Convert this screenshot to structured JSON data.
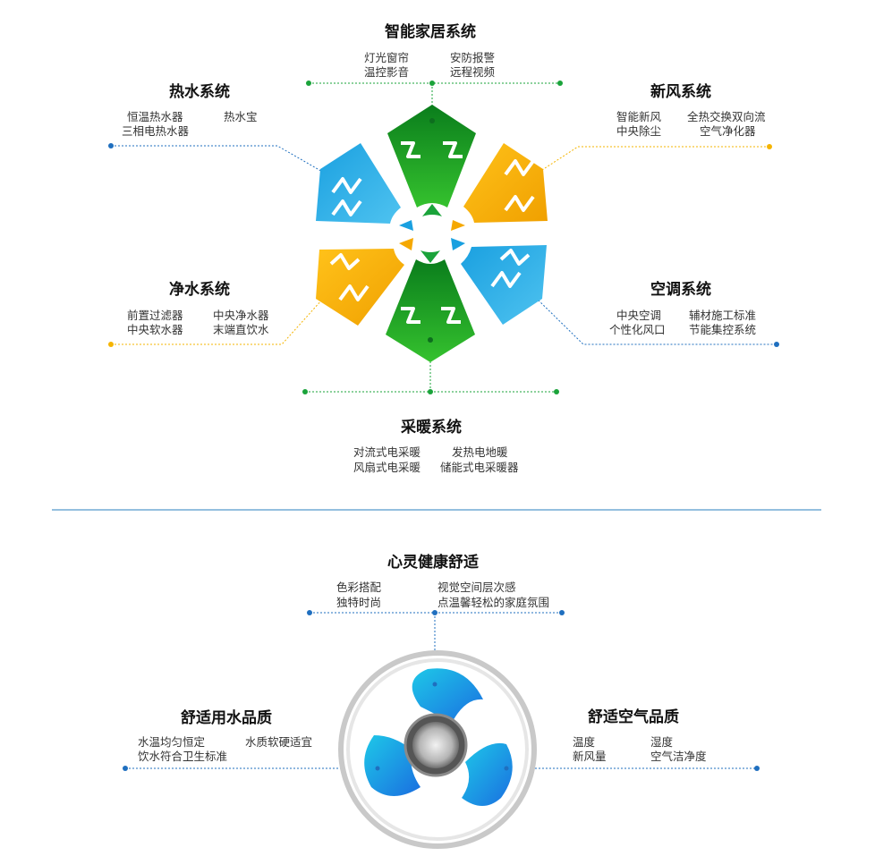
{
  "top": {
    "smart_home": {
      "title": "智能家居系统",
      "items": [
        "灯光窗帘",
        "温控影音",
        "安防报警",
        "远程视频"
      ]
    },
    "hot_water": {
      "title": "热水系统",
      "items": [
        "恒温热水器",
        "三相电热水器",
        "热水宝"
      ]
    },
    "fresh_air": {
      "title": "新风系统",
      "items": [
        "智能新风",
        "中央除尘",
        "全热交换双向流",
        "空气净化器"
      ]
    },
    "water_purify": {
      "title": "净水系统",
      "items": [
        "前置过滤器",
        "中央软水器",
        "中央净水器",
        "末端直饮水"
      ]
    },
    "aircon": {
      "title": "空调系统",
      "items": [
        "中央空调",
        "个性化风口",
        "辅材施工标准",
        "节能集控系统"
      ]
    },
    "heating": {
      "title": "采暖系统",
      "items": [
        "对流式电采暖",
        "风扇式电采暖",
        "发热电地暖",
        "储能式电采暖器"
      ]
    }
  },
  "bottom": {
    "mind": {
      "title": "心灵健康舒适",
      "items": [
        "色彩搭配",
        "独特时尚",
        "视觉空间层次感",
        "点温馨轻松的家庭氛围"
      ]
    },
    "water": {
      "title": "舒适用水品质",
      "items": [
        "水温均匀恒定",
        "饮水符合卫生标准",
        "水质软硬适宜"
      ]
    },
    "air": {
      "title": "舒适空气品质",
      "items": [
        "温度",
        "新风量",
        "湿度",
        "空气洁净度"
      ]
    }
  },
  "colors": {
    "green": "#1aa33a",
    "blue": "#1f8fd6",
    "orange": "#f5a800",
    "divider": "#2a7fbf"
  }
}
